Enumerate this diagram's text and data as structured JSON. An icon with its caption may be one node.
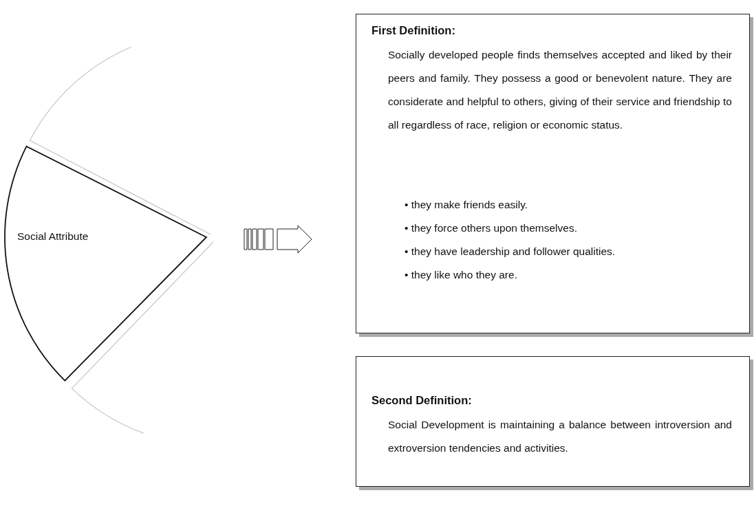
{
  "diagram": {
    "nodes": [
      {
        "text": [],
        "shape": "wedge"
      },
      {
        "text": [
          "Social Attribute"
        ]
      },
      {
        "text": [],
        "shape": "wedge"
      },
      {
        "text": [
          "First Definition:",
          "Socially developed people finds themselves accepted and liked by their peers and family. They possess a good or benevolent nature. They are considerate and helpful to others, giving of their service and friendship to all regardless of race, religion or economic status.",
          "• they make friends easily.",
          "• they force others upon themselves.",
          "• they have leadership and follower qualities.",
          "• they like who they are."
        ]
      },
      {
        "text": [
          "Second Definition:",
          "Social Development is maintaining a balance between introversion and extroversion tendencies and activities."
        ]
      }
    ],
    "edges": [
      {
        "from": 1,
        "to": 3,
        "arrow": "to"
      }
    ]
  }
}
